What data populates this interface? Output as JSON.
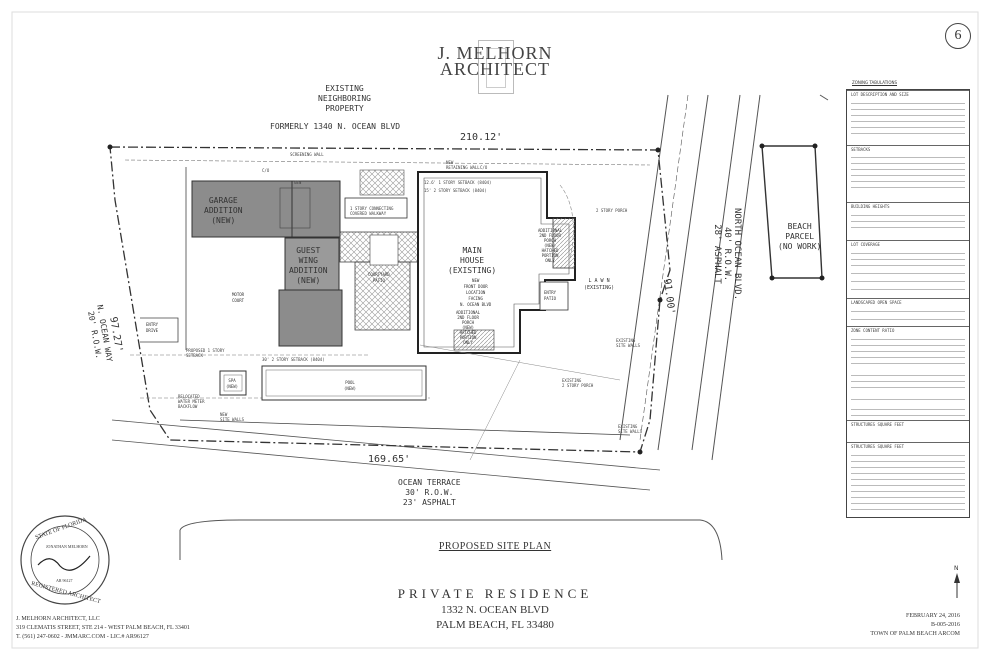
{
  "header": {
    "firm_logo_line1": "J. MELHORN",
    "firm_logo_line2": "ARCHITECT",
    "sheet_number": "6"
  },
  "plan_labels": {
    "existing_neighboring": "EXISTING\nNEIGHBORING\nPROPERTY",
    "formerly": "FORMERLY 1340 N. OCEAN BLVD",
    "north_dim": "210.12'",
    "east_dim": "91.00'",
    "west_dim": "97.27'",
    "south_dim": "169.65'",
    "garage_addition": "GARAGE\nADDITION\n(NEW)",
    "guest_wing": "GUEST\nWING\nADDITION\n(NEW)",
    "main_house": "MAIN\nHOUSE\n(EXISTING)",
    "lawn": "L A W N\n(EXISTING)",
    "entry_patio": "ENTRY\nPATIO",
    "motor_court": "MOTOR\nCOURT",
    "courtyard": "COURTYARD\nPATIO",
    "pool": "POOL\n(NEW)",
    "spa": "SPA\n(NEW)",
    "entry_drive": "ENTRY\nDRIVE",
    "new_front_door": "NEW\nFRONT DOOR\nLOCATION\nFACING\nN. OCEAN BLVD",
    "add_2nd_floor_porch_top": "ADDITIONAL\n2ND FLOOR\nPORCH\n(NEW)\nHATCHED\nPORTION\nONLY",
    "add_2nd_floor_porch_bottom": "ADDITIONAL\n2ND FLOOR\nPORCH\n(NEW)\nHATCHED\nPORTION\nONLY",
    "north_ocean_blvd": "NORTH OCEAN BLVD.\n40' R.O.W.\n28' ASPHALT",
    "n_ocean_way": "N. OCEAN WAY\n20' R.O.W.",
    "ocean_terrace": "OCEAN TERRACE\n30' R.O.W.\n23' ASPHALT",
    "beach_parcel": "BEACH\nPARCEL\n(NO WORK)",
    "screening_wall": "SCREENING WALL",
    "new_retaining_wall": "NEW\nRETAINING WALL",
    "one_story_walkway": "1 STORY CONNECTING\nCOVERED WALKWAY",
    "story_setback_top1": "12.6' 1 STORY SETBACK (8404)",
    "story_setback_top2": "15' 2 STORY SETBACK (8404)",
    "setback_30": "30' 2 STORY SETBACK (8404)",
    "new_site_walls": "NEW\nSITE WALLS",
    "existing_site_walls_1": "EXISTING\nSITE WALLS",
    "existing_site_walls_2": "EXISTING\nSITE WALLS",
    "proposed_1story_setback": "PROPOSED 1 STORY\nSETBACK",
    "relocated_meter": "RELOCATED\nWATER METER\nBACKFLOW",
    "proposed_2story_porch": "2 STORY PORCH",
    "existing_2story_porch": "EXISTING\n2 STORY PORCH",
    "co_labels": [
      "C/O",
      "C/O",
      "GEN"
    ]
  },
  "zoning_table": {
    "title": "ZONING TABULATIONS",
    "sections": [
      "LOT DESCRIPTION AND SIZE",
      "SETBACKS",
      "BUILDING HEIGHTS",
      "LOT COVERAGE",
      "LANDSCAPED OPEN SPACE",
      "ZONE CONTENT RATIO",
      "STRUCTURES SQUARE FEET",
      "STRUCTURES SQUARE FEET"
    ]
  },
  "title_block": {
    "plan_title": "PROPOSED SITE PLAN",
    "project_name": "PRIVATE RESIDENCE",
    "project_address": "1332 N. OCEAN BLVD",
    "project_city": "PALM BEACH, FL 33480",
    "firm_name": "J. MELHORN ARCHITECT, LLC",
    "firm_address": "319 CLEMATIS STREET, STE 214 - WEST PALM BEACH, FL 33401",
    "firm_contact": "T. (561) 247-0602 - JMMARC.COM - LIC.# AR96127",
    "date": "FEBRUARY 24, 2016",
    "project_number": "B-005-2016",
    "agency": "TOWN OF PALM BEACH ARCOM"
  },
  "seal": {
    "top_text": "STATE OF FLORIDA",
    "bottom_text": "REGISTERED ARCHITECT",
    "name": "JONATHAN MELHORN",
    "license": "AR 96127"
  },
  "north_arrow": "N",
  "colors": {
    "addition_fill": "#8c8c8c",
    "line": "#333333",
    "hatch": "#9a9a9a"
  }
}
